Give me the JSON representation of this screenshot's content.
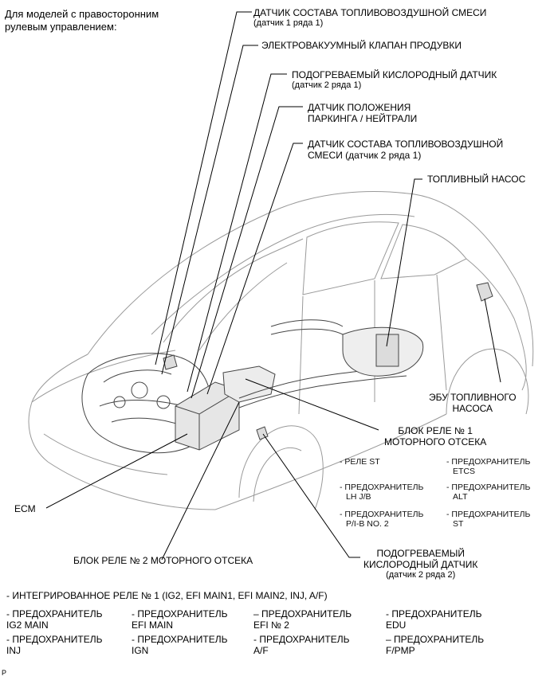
{
  "header": {
    "line1": "Для моделей с правосторонним",
    "line2": "рулевым управлением:"
  },
  "labels": {
    "af_sensor_b1s1": {
      "line1": "ДАТЧИК СОСТАВА ТОПЛИВОВОЗДУШНОЙ СМЕСИ",
      "line2": "(датчик 1 ряда 1)"
    },
    "purge_vsv": {
      "line1": "ЭЛЕКТРОВАКУУМНЫЙ КЛАПАН ПРОДУВКИ"
    },
    "ho2_b2s1": {
      "line1": "ПОДОГРЕВАЕМЫЙ КИСЛОРОДНЫЙ ДАТЧИК",
      "line2": "(датчик 2 ряда 1)"
    },
    "park_neutral": {
      "line1": "ДАТЧИК ПОЛОЖЕНИЯ",
      "line2": "ПАРКИНГА / НЕЙТРАЛИ"
    },
    "af_sensor_b2s1": {
      "line1": "ДАТЧИК СОСТАВА ТОПЛИВОВОЗДУШНОЙ",
      "line2": "СМЕСИ (датчик 2 ряда 1)"
    },
    "fuel_pump": {
      "line1": "ТОПЛИВНЫЙ НАСОС"
    },
    "fuel_pump_ecu": {
      "line1": "ЭБУ ТОПЛИВНОГО",
      "line2": "НАСОСА"
    },
    "relay_block1": {
      "line1": "БЛОК РЕЛЕ № 1",
      "line2": "МОТОРНОГО ОТСЕКА"
    },
    "ecm": {
      "line1": "ECM"
    },
    "relay_block2": {
      "line1": "БЛОК РЕЛЕ № 2 МОТОРНОГО ОТСЕКА"
    },
    "ho2_b2s2": {
      "line1": "ПОДОГРЕВАЕМЫЙ",
      "line2": "КИСЛОРОДНЫЙ ДАТЧИК",
      "line3": "(датчик 2 ряда 2)"
    }
  },
  "block1_items": [
    {
      "line1": "- РЕЛЕ ST",
      "line2": ""
    },
    {
      "line1": "- ПРЕДОХРАНИТЕЛЬ",
      "line2": "ETCS"
    },
    {
      "line1": "- ПРЕДОХРАНИТЕЛЬ",
      "line2": "LH J/B"
    },
    {
      "line1": "- ПРЕДОХРАНИТЕЛЬ",
      "line2": "ALT"
    },
    {
      "line1": "- ПРЕДОХРАНИТЕЛЬ",
      "line2": "P/I-B NO. 2"
    },
    {
      "line1": "- ПРЕДОХРАНИТЕЛЬ",
      "line2": "ST"
    }
  ],
  "block2_heading": "- ИНТЕГРИРОВАННОЕ РЕЛЕ № 1 (IG2, EFI MAIN1, EFI MAIN2, INJ, A/F)",
  "block2_items": [
    {
      "line1": "- ПРЕДОХРАНИТЕЛЬ",
      "line2": "IG2 MAIN"
    },
    {
      "line1": "- ПРЕДОХРАНИТЕЛЬ",
      "line2": "EFI MAIN"
    },
    {
      "line1": "– ПРЕДОХРАНИТЕЛЬ",
      "line2": "EFI № 2"
    },
    {
      "line1": "- ПРЕДОХРАНИТЕЛЬ",
      "line2": "EDU"
    },
    {
      "line1": "- ПРЕДОХРАНИТЕЛЬ",
      "line2": "INJ"
    },
    {
      "line1": "- ПРЕДОХРАНИТЕЛЬ",
      "line2": "IGN"
    },
    {
      "line1": "- ПРЕДОХРАНИТЕЛЬ",
      "line2": "A/F"
    },
    {
      "line1": "– ПРЕДОХРАНИТЕЛЬ",
      "line2": "F/PMP"
    }
  ],
  "corner_mark": "P"
}
